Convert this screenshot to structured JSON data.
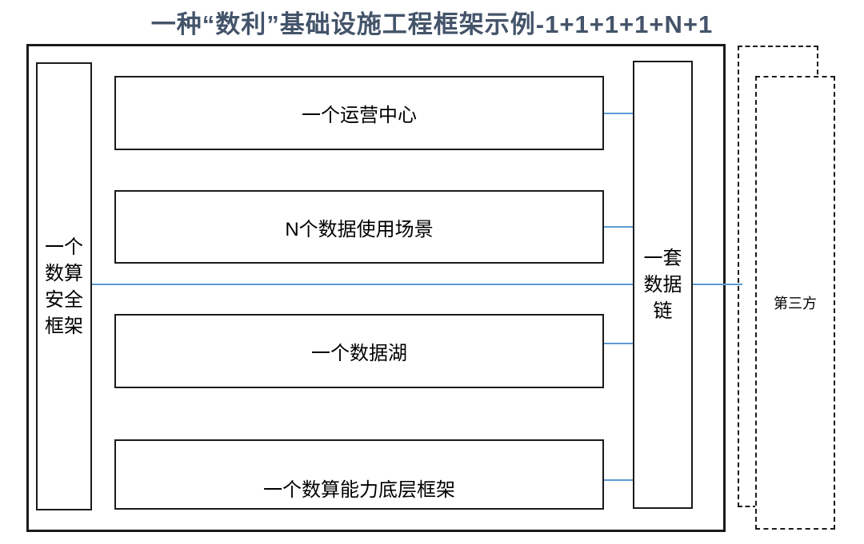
{
  "title": "一种“数利”基础设施工程框架示例-1+1+1+1+N+1",
  "frame": {
    "security_box": {
      "name": "一个数算安全框架",
      "lines": [
        "一个",
        "数算",
        "安全",
        "框架"
      ]
    },
    "layer_boxes": [
      {
        "label": "一个运营中心"
      },
      {
        "label": "N个数据使用场景"
      },
      {
        "label": "一个数据湖"
      },
      {
        "label": "一个数算能力底层框架"
      }
    ],
    "datachain_box": {
      "name": "一套数据链",
      "lines": [
        "一套",
        "数据",
        "链"
      ]
    }
  },
  "external": {
    "third_party_label": "第三方"
  },
  "colors": {
    "title_text": "#44546a",
    "connector_blue": "#5b9bd5",
    "box_border": "#1a1a1a",
    "box_fill": "#ffffff"
  }
}
